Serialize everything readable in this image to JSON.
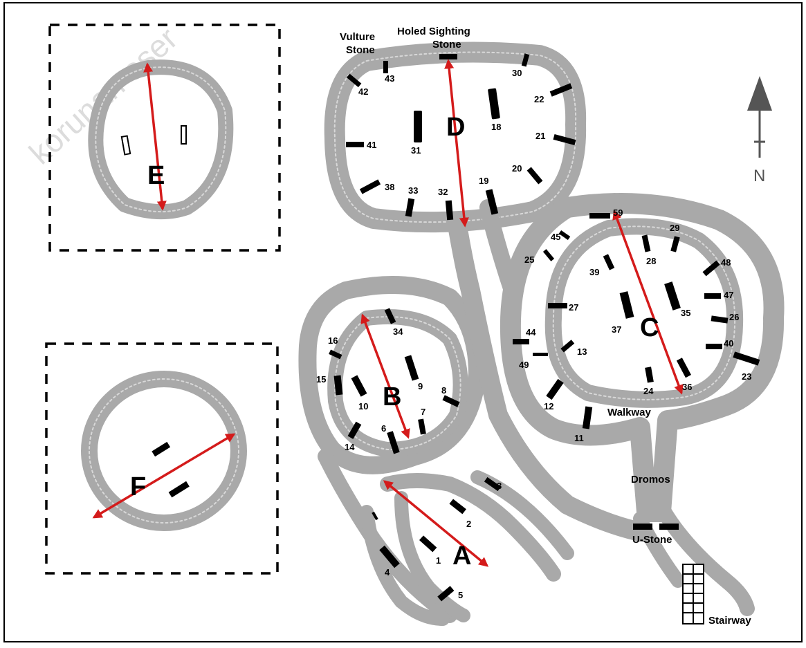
{
  "watermark": "korunan eser",
  "enclosures": [
    "A",
    "B",
    "C",
    "D",
    "E",
    "F"
  ],
  "labels": {
    "vulture_line1": "Vulture",
    "vulture_line2": "Stone",
    "holed_line1": "Holed Sighting",
    "holed_line2": "Stone",
    "walkway": "Walkway",
    "dromos": "Dromos",
    "ustone": "U-Stone",
    "stairway": "Stairway",
    "north": "N"
  },
  "pillars": [
    "1",
    "2",
    "3",
    "4",
    "5",
    "6",
    "7",
    "8",
    "9",
    "10",
    "11",
    "12",
    "13",
    "14",
    "15",
    "16",
    "18",
    "19",
    "20",
    "21",
    "22",
    "23",
    "24",
    "25",
    "26",
    "27",
    "28",
    "29",
    "30",
    "31",
    "32",
    "33",
    "34",
    "35",
    "36",
    "37",
    "38",
    "39",
    "40",
    "41",
    "42",
    "43",
    "44",
    "45",
    "47",
    "48",
    "49",
    "59"
  ],
  "colors": {
    "axis_arrow": "#d41b1b",
    "wall": "#a9a9a9"
  }
}
